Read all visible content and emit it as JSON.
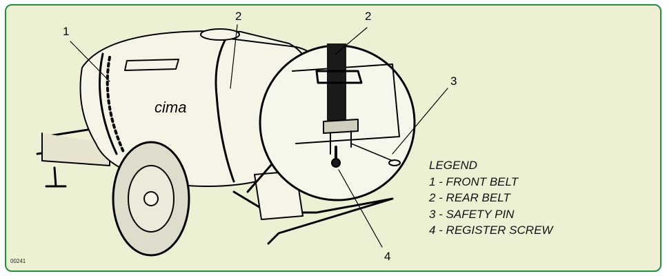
{
  "callouts": [
    "1",
    "2",
    "2",
    "3",
    "4"
  ],
  "brand": "cima",
  "legend": {
    "title": "LEGEND",
    "items": [
      "1 - FRONT BELT",
      "2 - REAR BELT",
      "3 - SAFETY PIN",
      "4 - REGISTER SCREW"
    ]
  },
  "figure_code": "00241",
  "colors": {
    "frame": "#1f8f3f",
    "background": "#eef0d3",
    "tank": "#f6f4e6"
  }
}
